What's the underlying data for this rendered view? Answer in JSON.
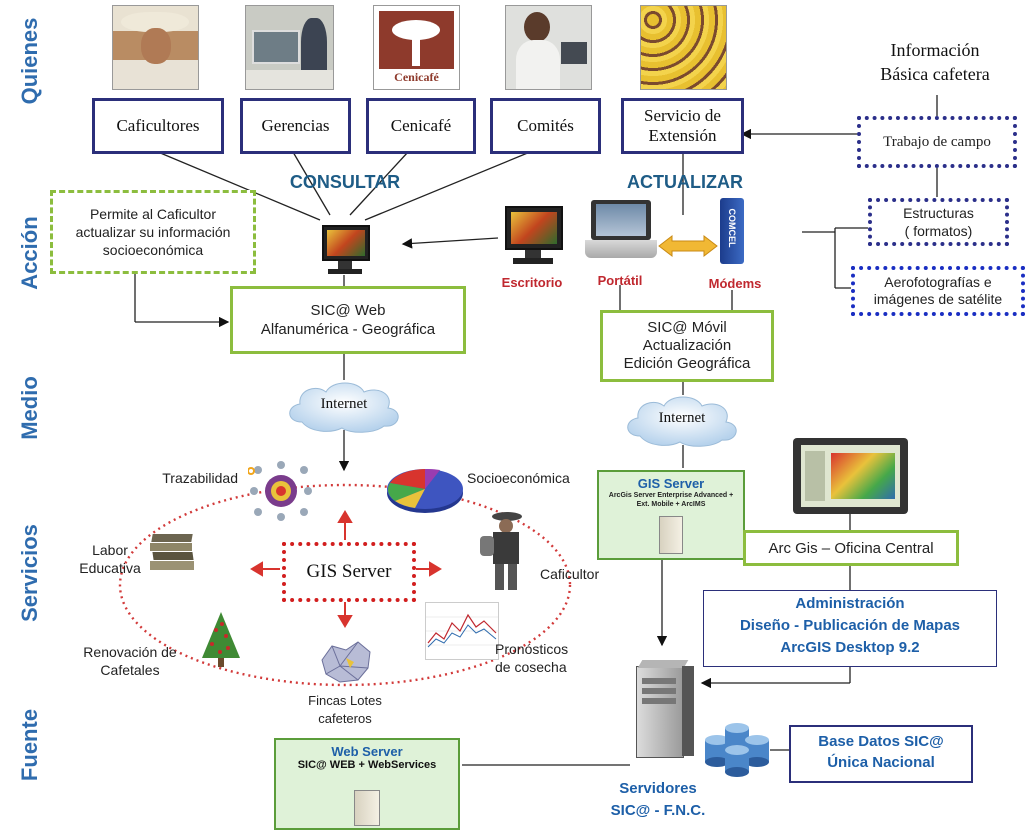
{
  "rows": {
    "quienes": "Quienes",
    "accion": "Acción",
    "medio": "Medio",
    "servicios": "Servicios",
    "fuente": "Fuente"
  },
  "quienes": {
    "caficultores": "Caficultores",
    "gerencias": "Gerencias",
    "cenicafe": "Cenicafé",
    "comites": "Comités",
    "servicio_line1": "Servicio de",
    "servicio_line2": "Extensión",
    "cenicafe_logo_text": "Cenicafé"
  },
  "info_basica": {
    "line1": "Información",
    "line2": "Básica cafetera",
    "trabajo_campo": "Trabajo de campo",
    "estructuras_line1": "Estructuras",
    "estructuras_line2": "( formatos)",
    "aerofoto_line1": "Aerofotografías e",
    "aerofoto_line2": "imágenes de satélite"
  },
  "accion": {
    "consultar": "CONSULTAR",
    "actualizar": "ACTUALIZAR",
    "permite_line1": "Permite al Caficultor",
    "permite_line2": "actualizar su información",
    "permite_line3": "socioeconómica",
    "escritorio": "Escritorio",
    "portatil": "Portátil",
    "modems": "Módems",
    "sicweb_line1": "SIC@ Web",
    "sicweb_line2": "Alfanumérica - Geográfica",
    "sicmovil_line1": "SIC@ Móvil",
    "sicmovil_line2": "Actualización",
    "sicmovil_line3": "Edición Geográfica",
    "modem_brand": "COMCEL"
  },
  "medio": {
    "internet_left": "Internet",
    "internet_right": "Internet"
  },
  "servicios": {
    "gis_server_center": "GIS Server",
    "trazabilidad": "Trazabilidad",
    "socioeconomica": "Socioeconómica",
    "labor_line1": "Labor",
    "labor_line2": "Educativa",
    "caficultor": "Caficultor",
    "renovacion_line1": "Renovación de",
    "renovacion_line2": "Cafetales",
    "pronosticos_line1": "Pronósticos",
    "pronosticos_line2": "de cosecha",
    "fincas_line1": "Fincas Lotes",
    "fincas_line2": "cafeteros",
    "gis_server_title": "GIS Server",
    "gis_server_sub1": "ArcGis Server Enterprise Advanced +",
    "gis_server_sub2": "Ext. Mobile + ArcIMS",
    "arcgis_oficina": "Arc Gis – Oficina Central",
    "admin_line1": "Administración",
    "admin_line2": "Diseño - Publicación de Mapas",
    "admin_line3": "ArcGIS Desktop 9.2"
  },
  "fuente": {
    "web_server_title": "Web Server",
    "web_server_sub": "SIC@ WEB + WebServices",
    "servidores_line1": "Servidores",
    "servidores_line2": "SIC@  - F.N.C.",
    "base_line1": "Base Datos SIC@",
    "base_line2": "Única Nacional"
  },
  "colors": {
    "row_label": "#2f6cae",
    "navy_border": "#2b2f7a",
    "green_border": "#8cbd3e",
    "red_label": "#c0282f",
    "admin_text": "#1d5fa8"
  }
}
